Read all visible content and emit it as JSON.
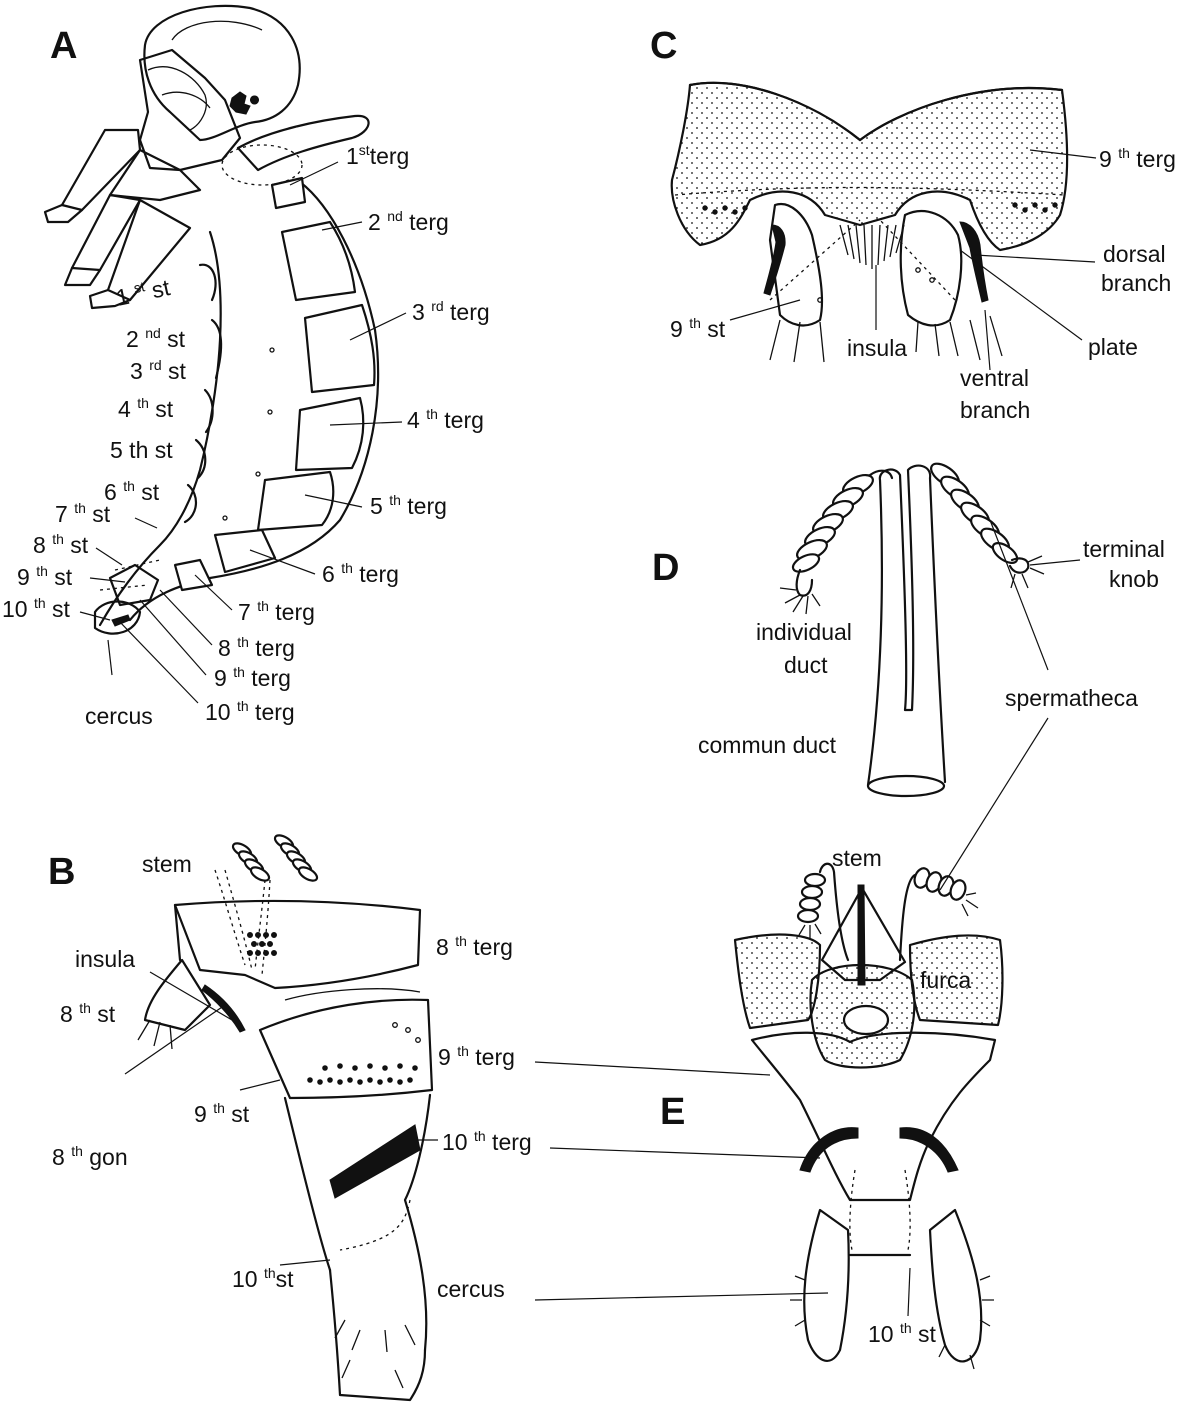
{
  "panels": [
    "A",
    "B",
    "C",
    "D",
    "E"
  ],
  "A": {
    "terg": [
      {
        "n": "1",
        "s": "st",
        "w": "terg"
      },
      {
        "n": "2 ",
        "s": "nd",
        "w": " terg"
      },
      {
        "n": "3 ",
        "s": "rd",
        "w": " terg"
      },
      {
        "n": "4 ",
        "s": "th",
        "w": " terg"
      },
      {
        "n": "5 ",
        "s": "th",
        "w": " terg"
      },
      {
        "n": "6 ",
        "s": "th",
        "w": " terg"
      },
      {
        "n": "7 ",
        "s": "th",
        "w": " terg"
      },
      {
        "n": "8 ",
        "s": "th",
        "w": " terg"
      },
      {
        "n": "9 ",
        "s": "th",
        "w": " terg"
      },
      {
        "n": "10 ",
        "s": "th",
        "w": " terg"
      }
    ],
    "st": [
      {
        "n": "1 ",
        "s": "st",
        "w": " st"
      },
      {
        "n": "2 ",
        "s": "nd",
        "w": " st"
      },
      {
        "n": "3 ",
        "s": "rd",
        "w": " st"
      },
      {
        "n": "4 ",
        "s": "th",
        "w": " st"
      },
      {
        "n": "5 th st",
        "s": "",
        "w": ""
      },
      {
        "n": "6 ",
        "s": "th",
        "w": " st"
      },
      {
        "n": "7 ",
        "s": "th",
        "w": " st"
      },
      {
        "n": "8 ",
        "s": "th",
        "w": " st"
      },
      {
        "n": "9 ",
        "s": "th",
        "w": " st"
      },
      {
        "n": "10 ",
        "s": "th",
        "w": " st"
      }
    ],
    "cercus": "cercus"
  },
  "B": {
    "stem": "stem",
    "insula": "insula",
    "terg8": {
      "n": "8 ",
      "s": "th",
      "w": " terg"
    },
    "st8": {
      "n": "8 ",
      "s": "th",
      "w": " st"
    },
    "terg9": {
      "n": "9 ",
      "s": "th",
      "w": " terg"
    },
    "st9": {
      "n": "9 ",
      "s": "th",
      "w": " st"
    },
    "gon8": {
      "n": "8 ",
      "s": "th",
      "w": " gon"
    },
    "terg10": {
      "n": "10 ",
      "s": "th",
      "w": " terg"
    },
    "st10": {
      "n": "10 ",
      "s": "th",
      "w": "st"
    },
    "cercus": "cercus"
  },
  "C": {
    "terg9": {
      "n": "9 ",
      "s": "th",
      "w": " terg"
    },
    "st9": {
      "n": "9 ",
      "s": "th",
      "w": " st"
    },
    "dorsal": [
      "dorsal",
      "branch"
    ],
    "plate": "plate",
    "insula": "insula",
    "ventral": [
      "ventral",
      "branch"
    ]
  },
  "D": {
    "individual": [
      "individual",
      "duct"
    ],
    "terminal": [
      "terminal",
      "knob"
    ],
    "spermatheca": "spermatheca",
    "commun": "commun duct"
  },
  "E": {
    "stem": "stem",
    "furca": "furca",
    "st10": {
      "n": "10 ",
      "s": "th",
      "w": " st"
    }
  }
}
